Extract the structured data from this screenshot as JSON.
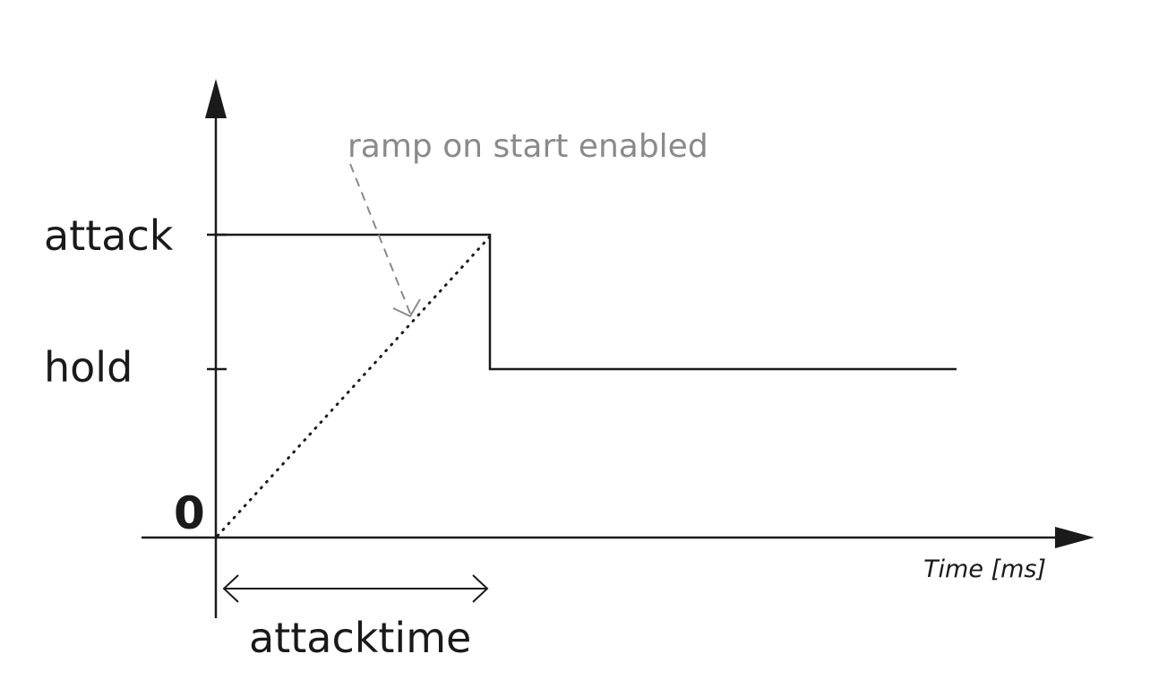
{
  "diagram": {
    "annotation": "ramp on start enabled",
    "y_labels": {
      "attack": "attack",
      "hold": "hold",
      "zero": "0"
    },
    "x_axis_label": "Time [ms]",
    "duration_label": "attacktime"
  },
  "colors": {
    "ink": "#1a1a1a",
    "annotation": "#8a8a8a"
  }
}
